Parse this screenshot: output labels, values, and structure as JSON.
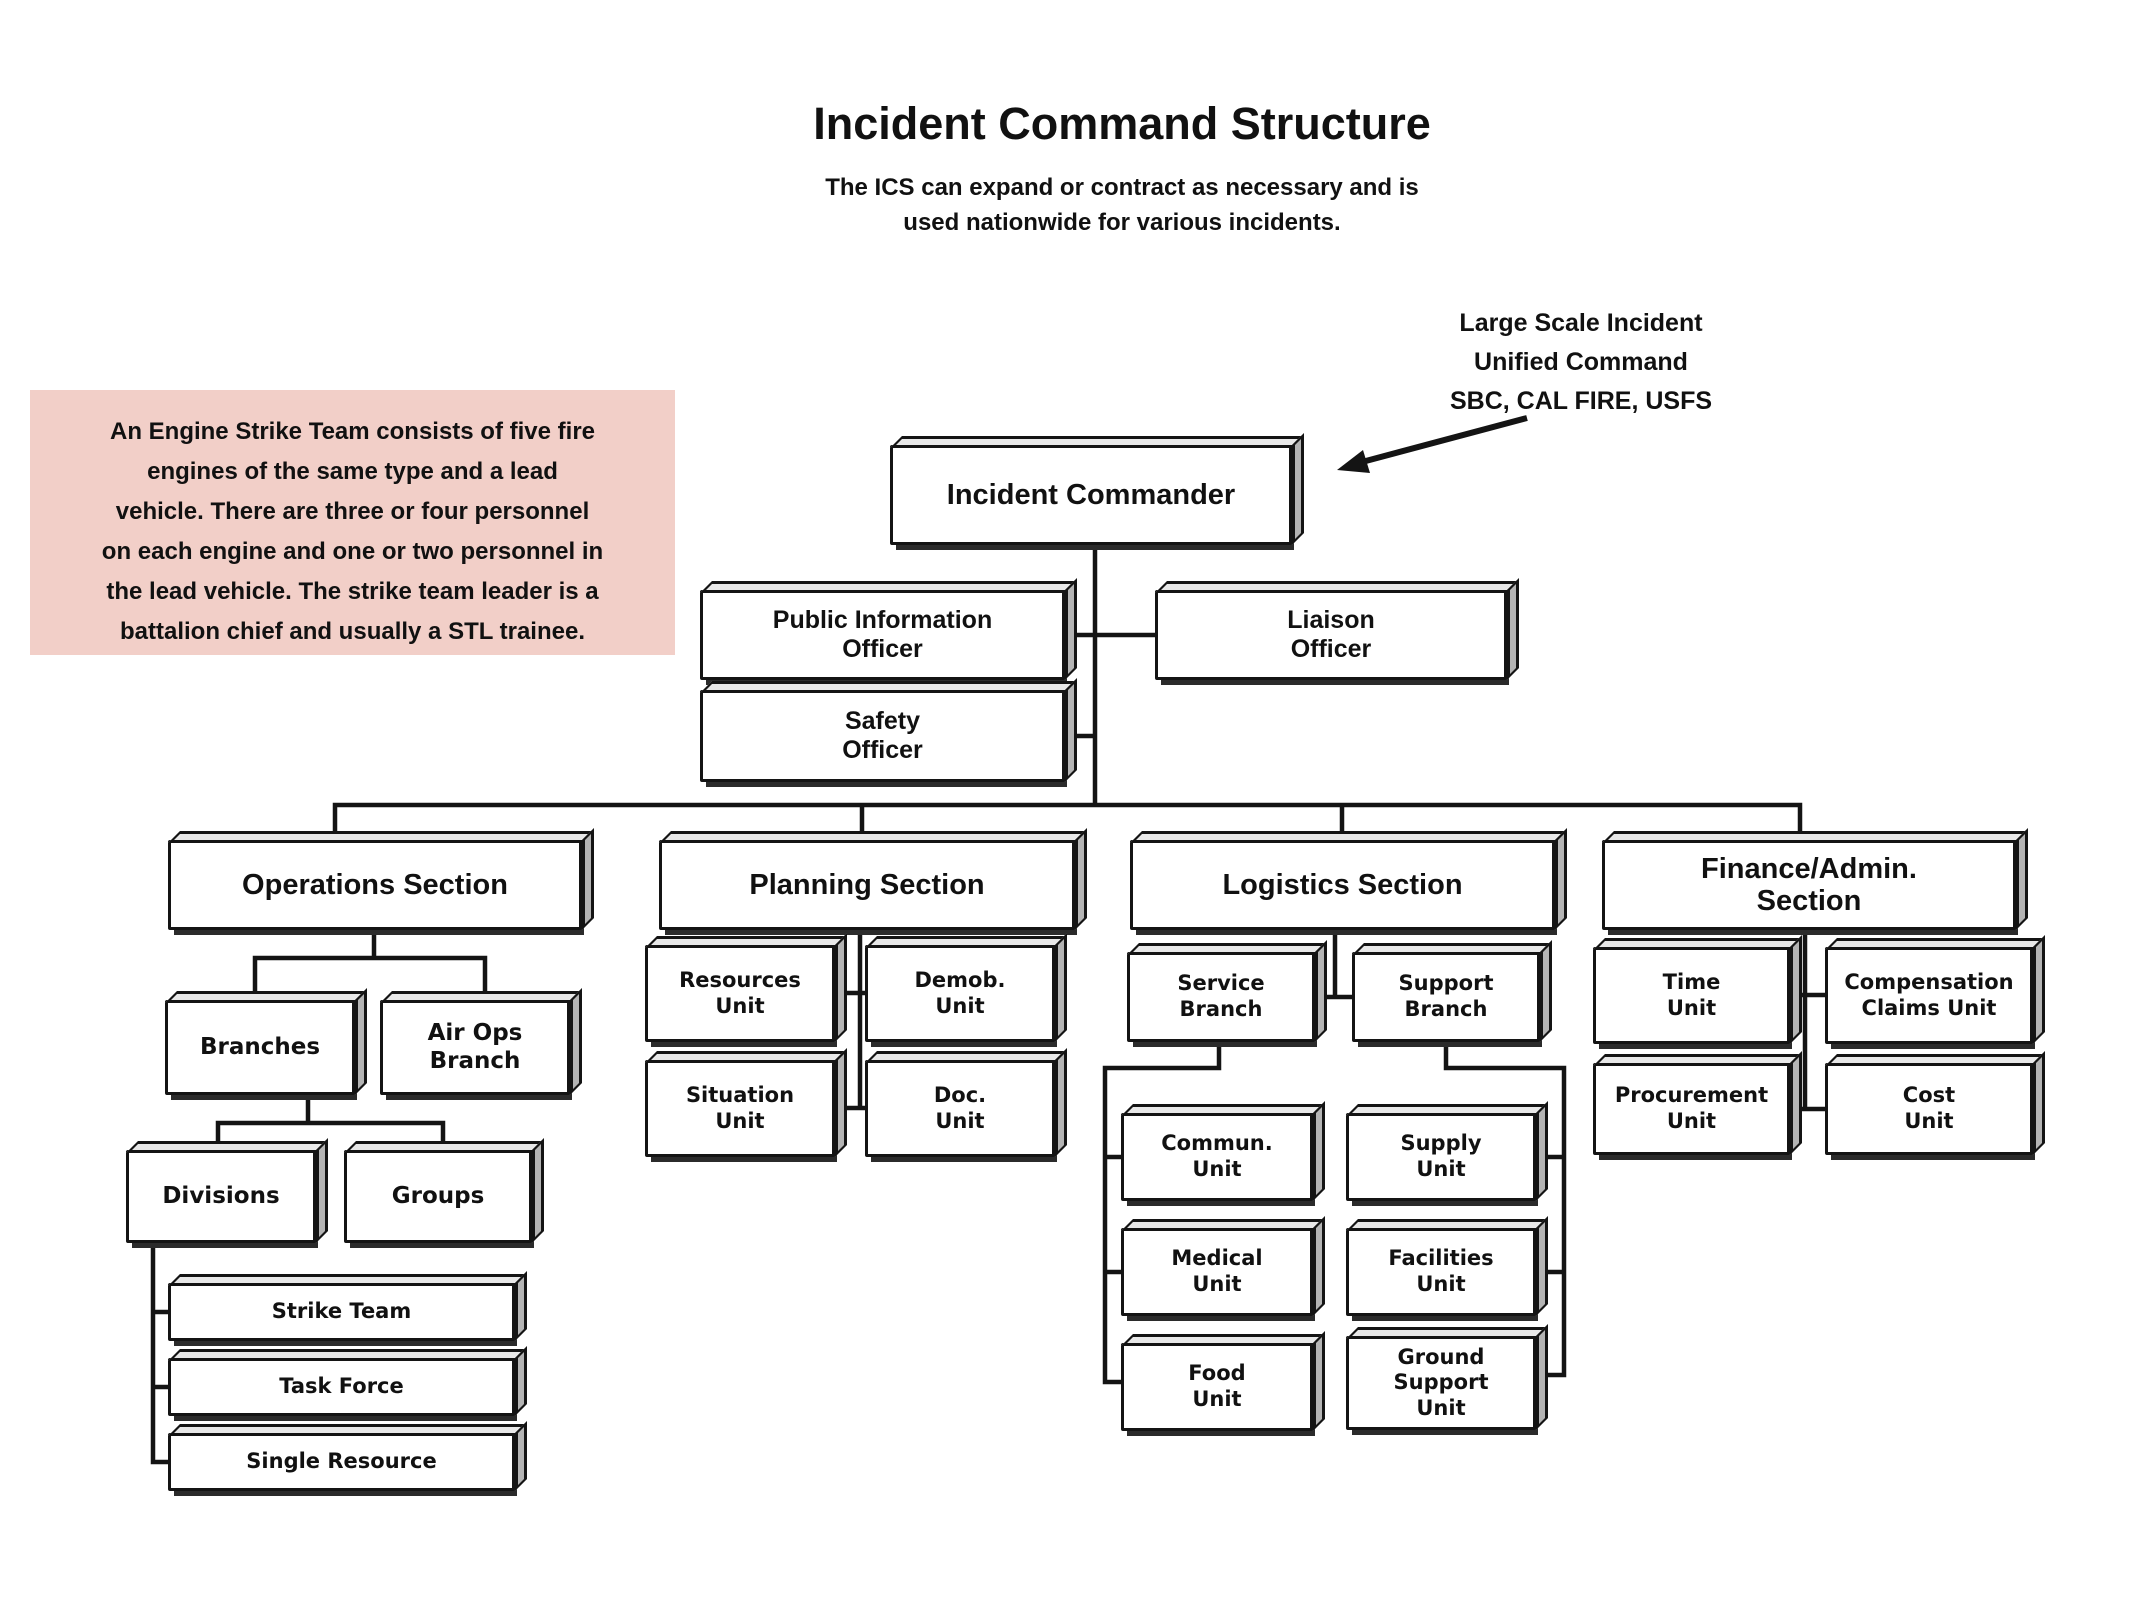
{
  "header": {
    "title": "Incident Command Structure",
    "subtitle_line1": "The ICS can expand or contract as necessary and is",
    "subtitle_line2": "used nationwide for various incidents."
  },
  "annotation": {
    "lines": [
      "An Engine Strike Team consists of five fire",
      "engines of the same type and a lead",
      "vehicle. There are three or four personnel",
      "on each engine and one or two personnel in",
      "the lead vehicle. The strike team leader is a",
      "battalion chief and usually a STL trainee."
    ]
  },
  "callout": {
    "lines": [
      "Large Scale Incident",
      "Unified Command",
      "SBC, CAL FIRE, USFS"
    ]
  },
  "nodes": {
    "incident_commander": "Incident Commander",
    "public_information_officer": "Public Information\nOfficer",
    "liaison_officer": "Liaison\nOfficer",
    "safety_officer": "Safety\nOfficer",
    "operations_section": "Operations Section",
    "planning_section": "Planning Section",
    "logistics_section": "Logistics Section",
    "finance_admin_section": "Finance/Admin.\nSection",
    "branches": "Branches",
    "air_ops_branch": "Air Ops\nBranch",
    "divisions": "Divisions",
    "groups": "Groups",
    "strike_team": "Strike Team",
    "task_force": "Task Force",
    "single_resource": "Single Resource",
    "resources_unit": "Resources\nUnit",
    "demob_unit": "Demob.\nUnit",
    "situation_unit": "Situation\nUnit",
    "doc_unit": "Doc.\nUnit",
    "service_branch": "Service\nBranch",
    "support_branch": "Support\nBranch",
    "commun_unit": "Commun.\nUnit",
    "medical_unit": "Medical\nUnit",
    "food_unit": "Food\nUnit",
    "supply_unit": "Supply\nUnit",
    "facilities_unit": "Facilities\nUnit",
    "ground_support_unit": "Ground\nSupport\nUnit",
    "time_unit": "Time\nUnit",
    "compensation_claims_unit": "Compensation\nClaims Unit",
    "procurement_unit": "Procurement\nUnit",
    "cost_unit": "Cost\nUnit"
  },
  "edges": [
    [
      "incident_commander",
      "public_information_officer"
    ],
    [
      "incident_commander",
      "liaison_officer"
    ],
    [
      "incident_commander",
      "safety_officer"
    ],
    [
      "incident_commander",
      "operations_section"
    ],
    [
      "incident_commander",
      "planning_section"
    ],
    [
      "incident_commander",
      "logistics_section"
    ],
    [
      "incident_commander",
      "finance_admin_section"
    ],
    [
      "operations_section",
      "branches"
    ],
    [
      "operations_section",
      "air_ops_branch"
    ],
    [
      "branches",
      "divisions"
    ],
    [
      "branches",
      "groups"
    ],
    [
      "divisions",
      "strike_team"
    ],
    [
      "divisions",
      "task_force"
    ],
    [
      "divisions",
      "single_resource"
    ],
    [
      "planning_section",
      "resources_unit"
    ],
    [
      "planning_section",
      "demob_unit"
    ],
    [
      "planning_section",
      "situation_unit"
    ],
    [
      "planning_section",
      "doc_unit"
    ],
    [
      "logistics_section",
      "service_branch"
    ],
    [
      "logistics_section",
      "support_branch"
    ],
    [
      "service_branch",
      "commun_unit"
    ],
    [
      "service_branch",
      "medical_unit"
    ],
    [
      "service_branch",
      "food_unit"
    ],
    [
      "support_branch",
      "supply_unit"
    ],
    [
      "support_branch",
      "facilities_unit"
    ],
    [
      "support_branch",
      "ground_support_unit"
    ],
    [
      "finance_admin_section",
      "time_unit"
    ],
    [
      "finance_admin_section",
      "compensation_claims_unit"
    ],
    [
      "finance_admin_section",
      "procurement_unit"
    ],
    [
      "finance_admin_section",
      "cost_unit"
    ]
  ],
  "colors": {
    "annotation_bg": "#F2CFC8",
    "line": "#141414",
    "box_fill": "#FFFFFF",
    "bevel_top": "#E8E8E8",
    "bevel_right": "#B4B4B4"
  }
}
